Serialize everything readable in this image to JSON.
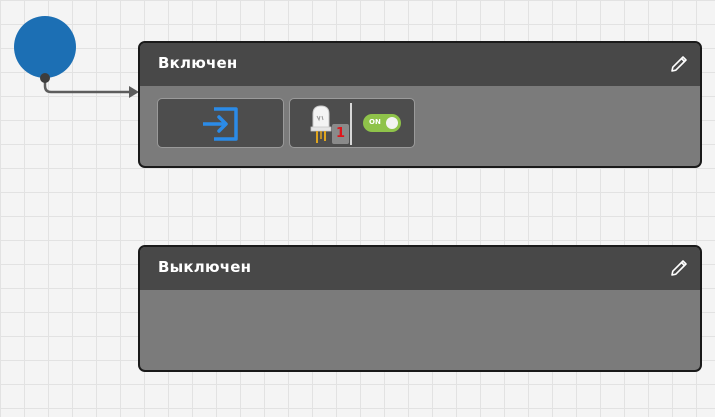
{
  "canvas": {
    "start_node": {
      "color": "#1c6fb4"
    },
    "states": [
      {
        "title": "Включен",
        "edit_icon": "pencil-icon",
        "actions": [
          {
            "icon": "enter-icon",
            "color": "#2b8be8"
          },
          {
            "icon": "led-icon",
            "badge": "1",
            "toggle": {
              "label": "ON",
              "on": true,
              "color": "#8fc34a"
            }
          }
        ]
      },
      {
        "title": "Выключен",
        "edit_icon": "pencil-icon",
        "actions": []
      }
    ]
  }
}
